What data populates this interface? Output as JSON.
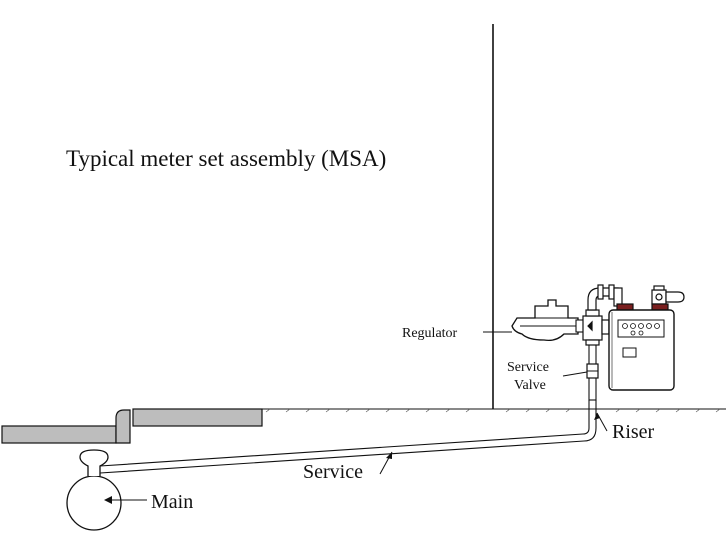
{
  "title": "Typical meter set assembly (MSA)",
  "labels": {
    "regulator": "Regulator",
    "service_valve_line1": "Service",
    "service_valve_line2": "Valve",
    "riser": "Riser",
    "service": "Service",
    "main": "Main"
  },
  "colors": {
    "line": "#111111",
    "pavement": "#bdbdbd",
    "background": "#ffffff"
  }
}
